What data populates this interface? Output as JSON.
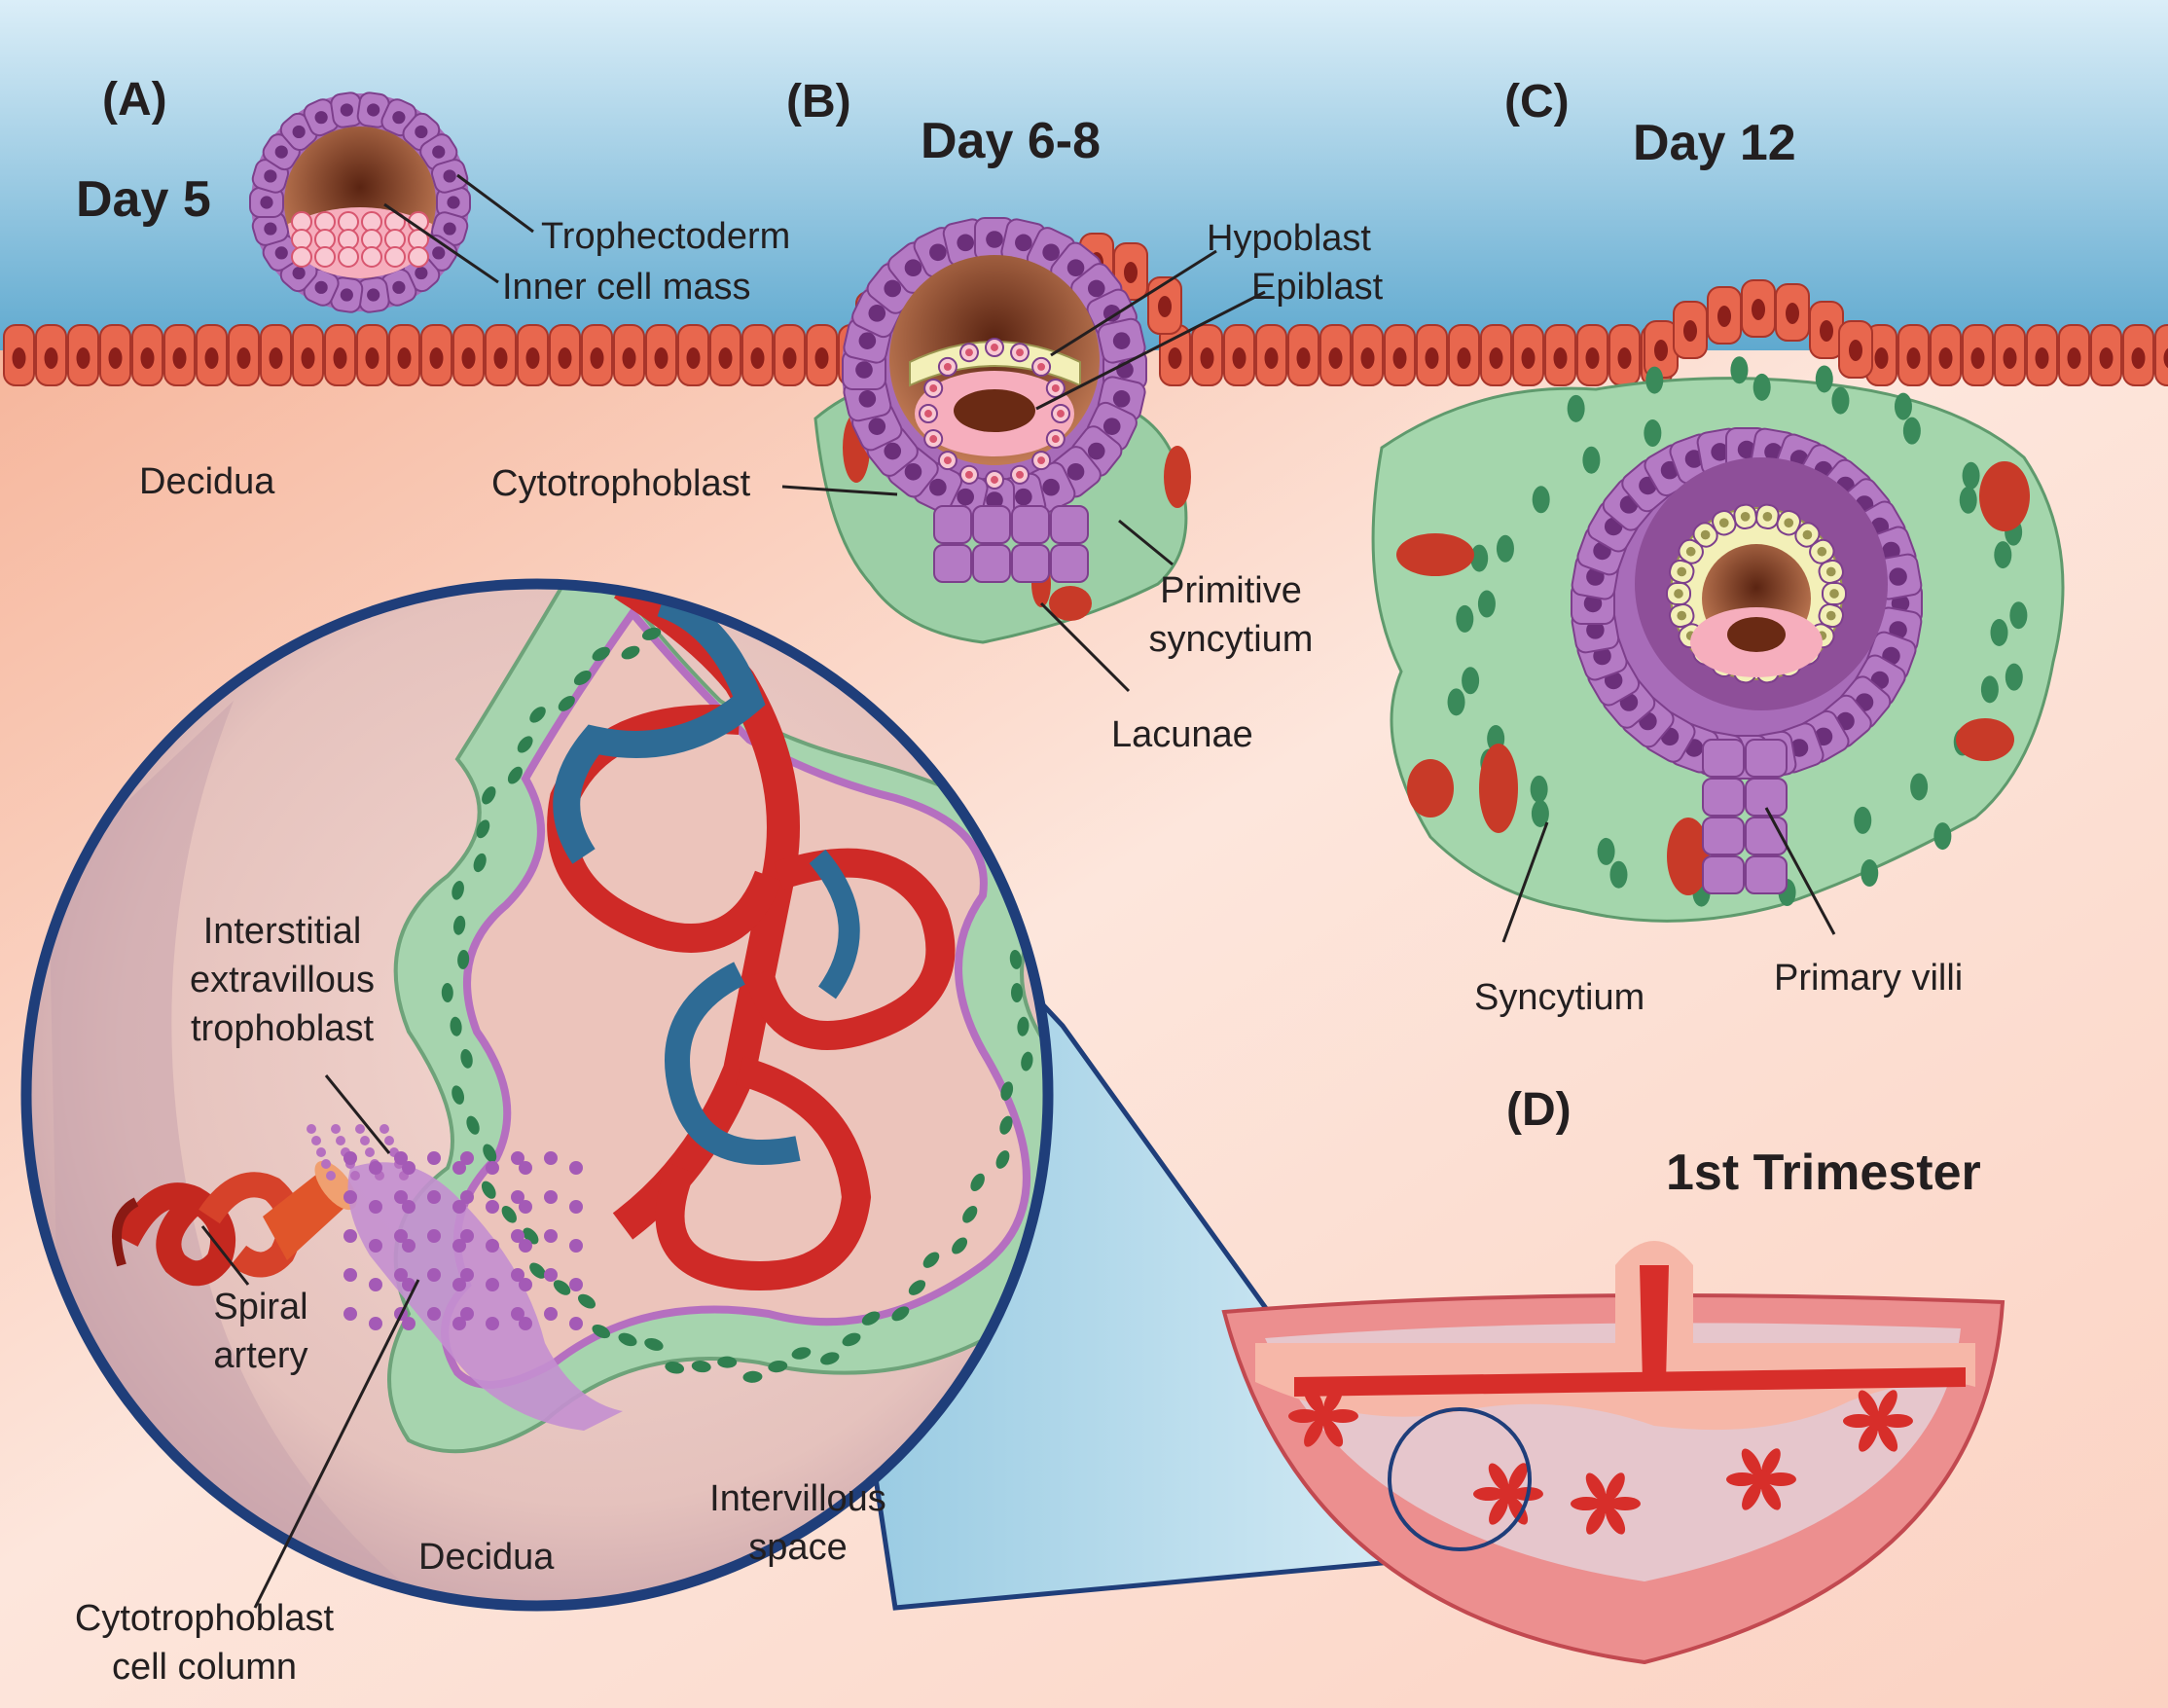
{
  "panels": {
    "a": {
      "letter": "(A)",
      "title": "Day 5"
    },
    "b": {
      "letter": "(B)",
      "title": "Day 6-8"
    },
    "c": {
      "letter": "(C)",
      "title": "Day 12"
    },
    "d": {
      "letter": "(D)",
      "title": "1st Trimester"
    }
  },
  "labels": {
    "trophectoderm": "Trophectoderm",
    "inner_cell_mass": "Inner cell mass",
    "hypoblast": "Hypoblast",
    "epiblast": "Epiblast",
    "decidua_top": "Decidua",
    "cytotrophoblast": "Cytotrophoblast",
    "primitive_syncytium": "Primitive\nsyncytium",
    "lacunae": "Lacunae",
    "syncytium": "Syncytium",
    "primary_villi": "Primary villi",
    "interstitial_evt": "Interstitial\nextravillous\ntrophoblast",
    "spiral_artery": "Spiral\nartery",
    "decidua_bottom": "Decidua",
    "intervillous_space": "Intervillous\nspace",
    "cell_column": "Cytotrophoblast\ncell column"
  },
  "colors": {
    "uterine_lumen": "#bfe0ef",
    "decidua": "#f6b79e",
    "epithelium": "#e8644a",
    "trophoblast": "#b070c0",
    "syncytium": "#a8d5b0",
    "hypoblast": "#f3f0b8",
    "epiblast": "#f4a8b8",
    "maternal_blood": "#cf2a27",
    "fetal_vessel": "#2e6b95",
    "magnifier_ring": "#1f3e7a"
  }
}
